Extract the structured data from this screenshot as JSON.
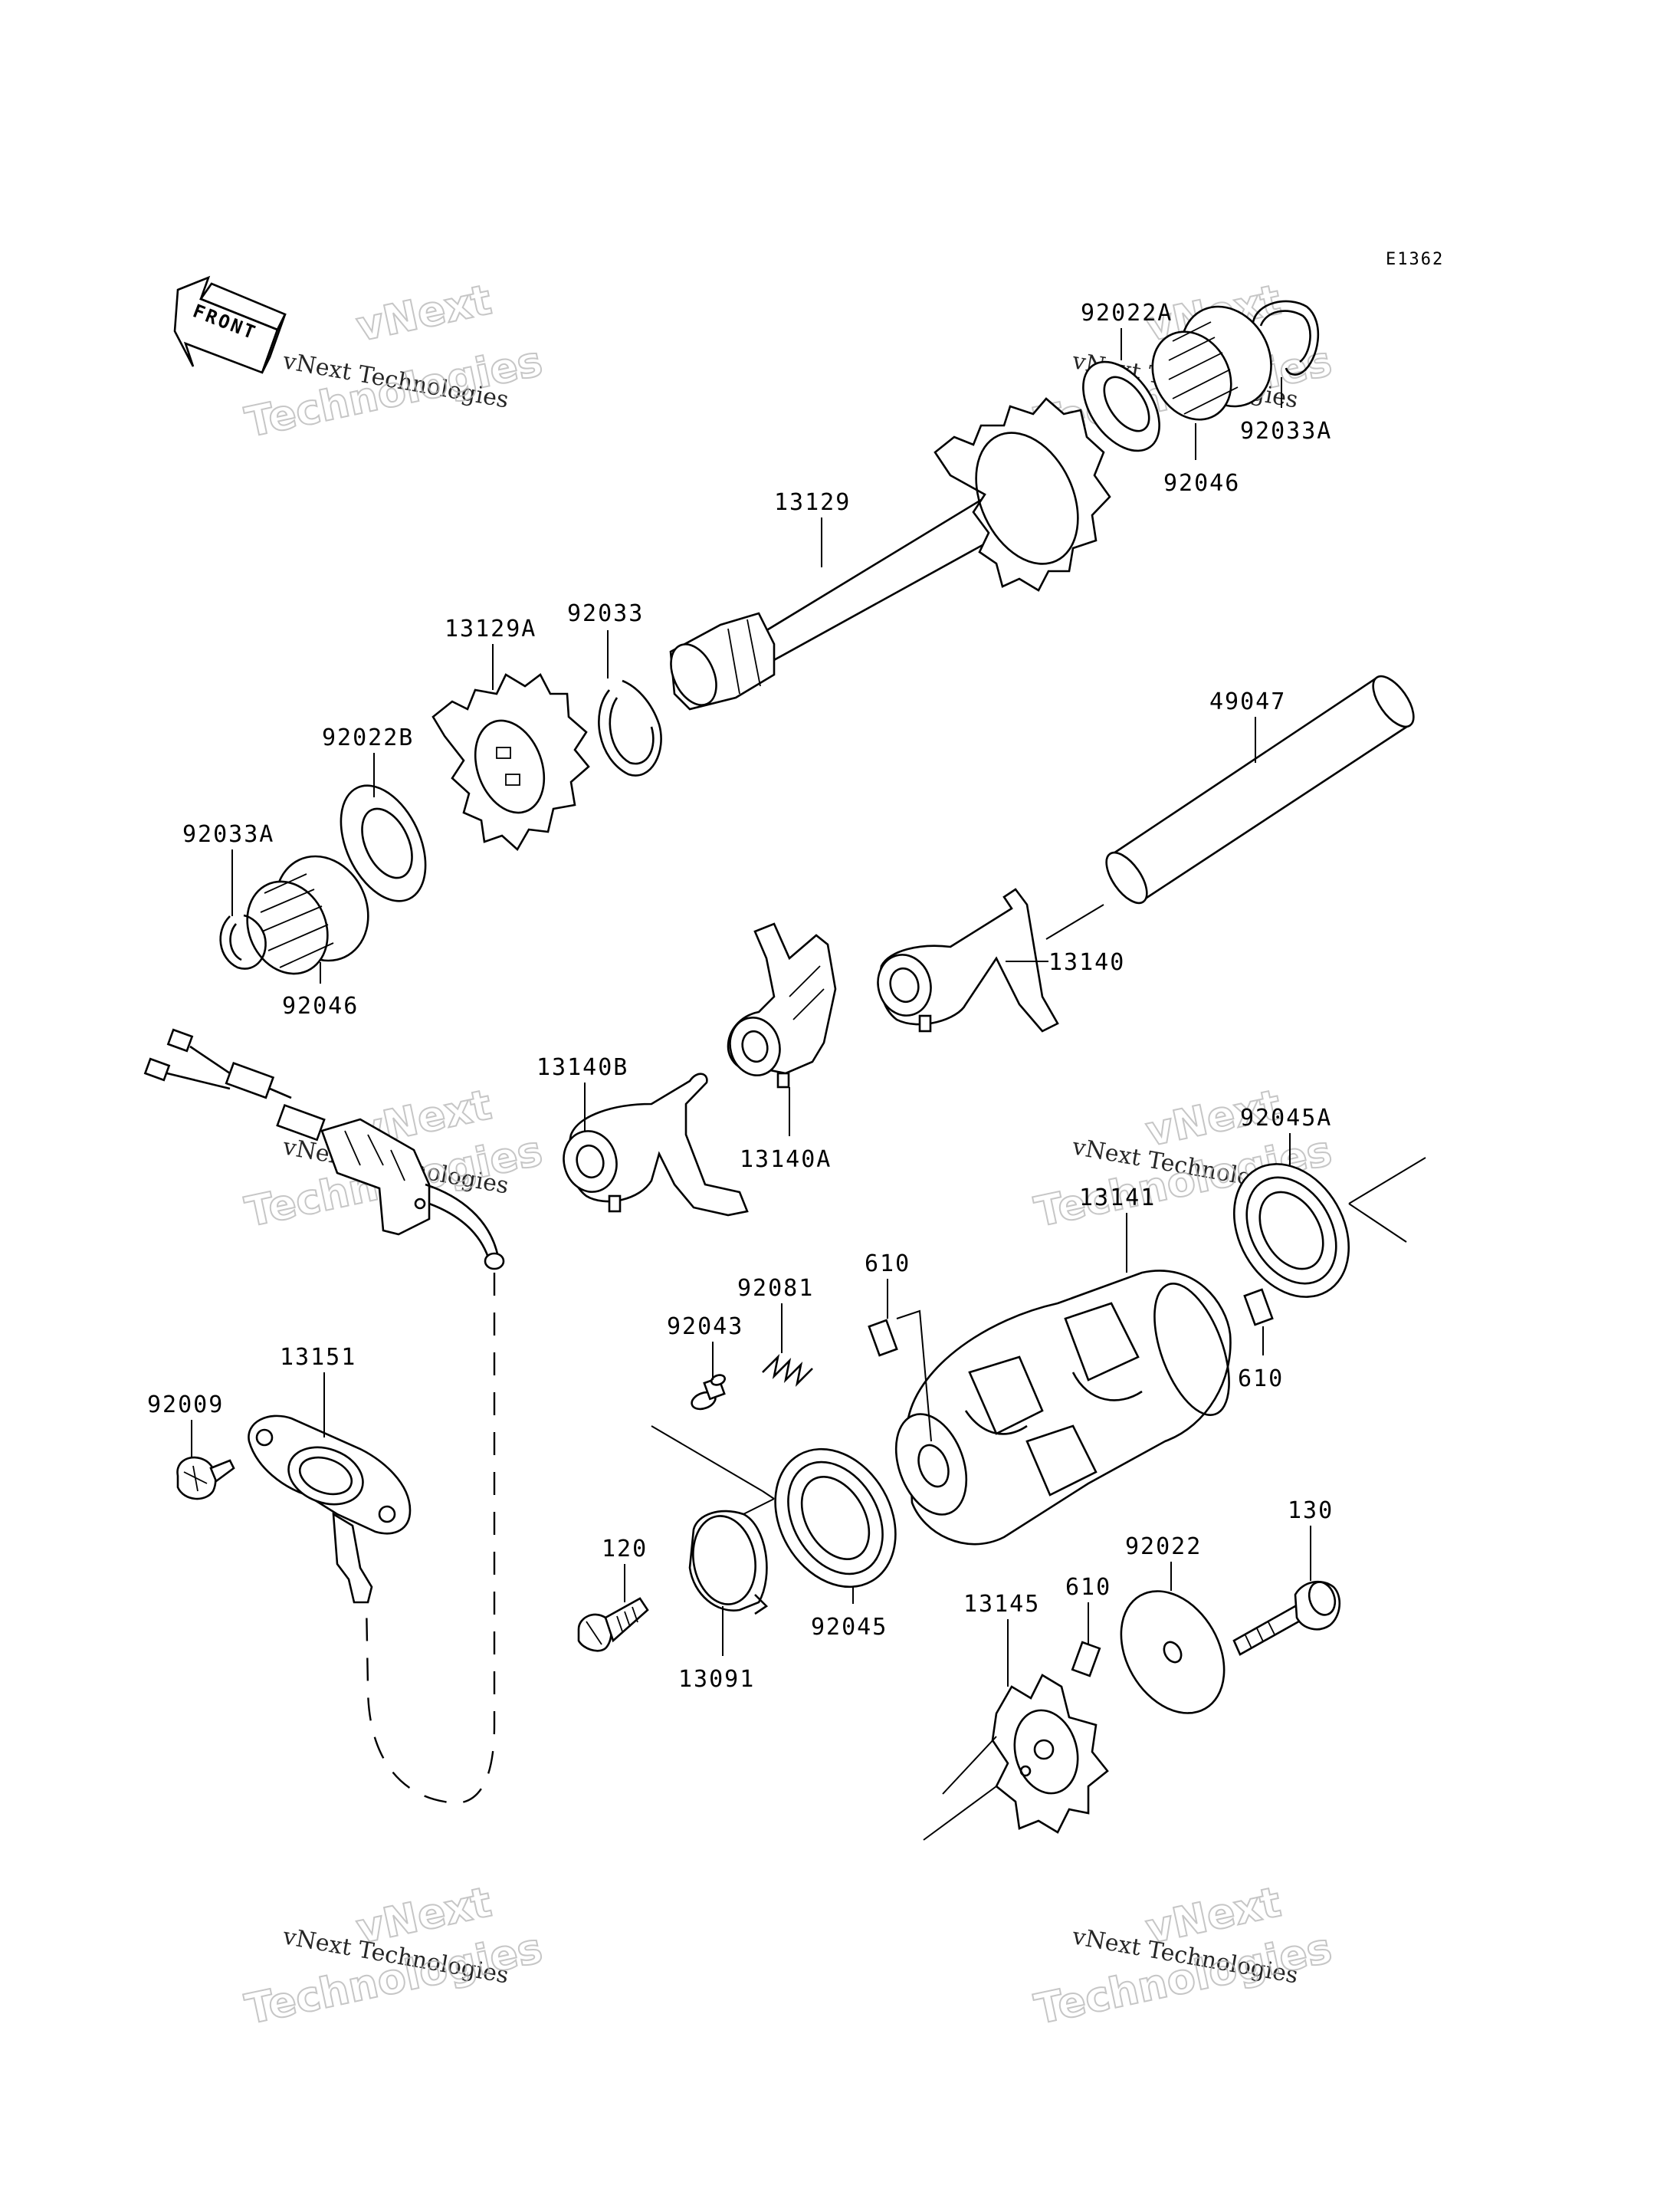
{
  "diagram_code": "E1362",
  "front_label": "FRONT",
  "watermark": {
    "line1": "vNext",
    "line2": "vNext Technologies",
    "line3": "Technologies"
  },
  "parts": [
    {
      "id": "p-92022A",
      "label": "92022A"
    },
    {
      "id": "p-92033A-top",
      "label": "92033A"
    },
    {
      "id": "p-92046-top",
      "label": "92046"
    },
    {
      "id": "p-13129",
      "label": "13129"
    },
    {
      "id": "p-92033",
      "label": "92033"
    },
    {
      "id": "p-13129A",
      "label": "13129A"
    },
    {
      "id": "p-92022B",
      "label": "92022B"
    },
    {
      "id": "p-92033A-left",
      "label": "92033A"
    },
    {
      "id": "p-92046-left",
      "label": "92046"
    },
    {
      "id": "p-49047",
      "label": "49047"
    },
    {
      "id": "p-13140",
      "label": "13140"
    },
    {
      "id": "p-13140B",
      "label": "13140B"
    },
    {
      "id": "p-13140A",
      "label": "13140A"
    },
    {
      "id": "p-92045A",
      "label": "92045A"
    },
    {
      "id": "p-13141",
      "label": "13141"
    },
    {
      "id": "p-610-a",
      "label": "610"
    },
    {
      "id": "p-610-b",
      "label": "610"
    },
    {
      "id": "p-92081",
      "label": "92081"
    },
    {
      "id": "p-92043",
      "label": "92043"
    },
    {
      "id": "p-13151",
      "label": "13151"
    },
    {
      "id": "p-92009",
      "label": "92009"
    },
    {
      "id": "p-120",
      "label": "120"
    },
    {
      "id": "p-13091",
      "label": "13091"
    },
    {
      "id": "p-92045",
      "label": "92045"
    },
    {
      "id": "p-130",
      "label": "130"
    },
    {
      "id": "p-92022",
      "label": "92022"
    },
    {
      "id": "p-610-c",
      "label": "610"
    },
    {
      "id": "p-13145",
      "label": "13145"
    }
  ]
}
